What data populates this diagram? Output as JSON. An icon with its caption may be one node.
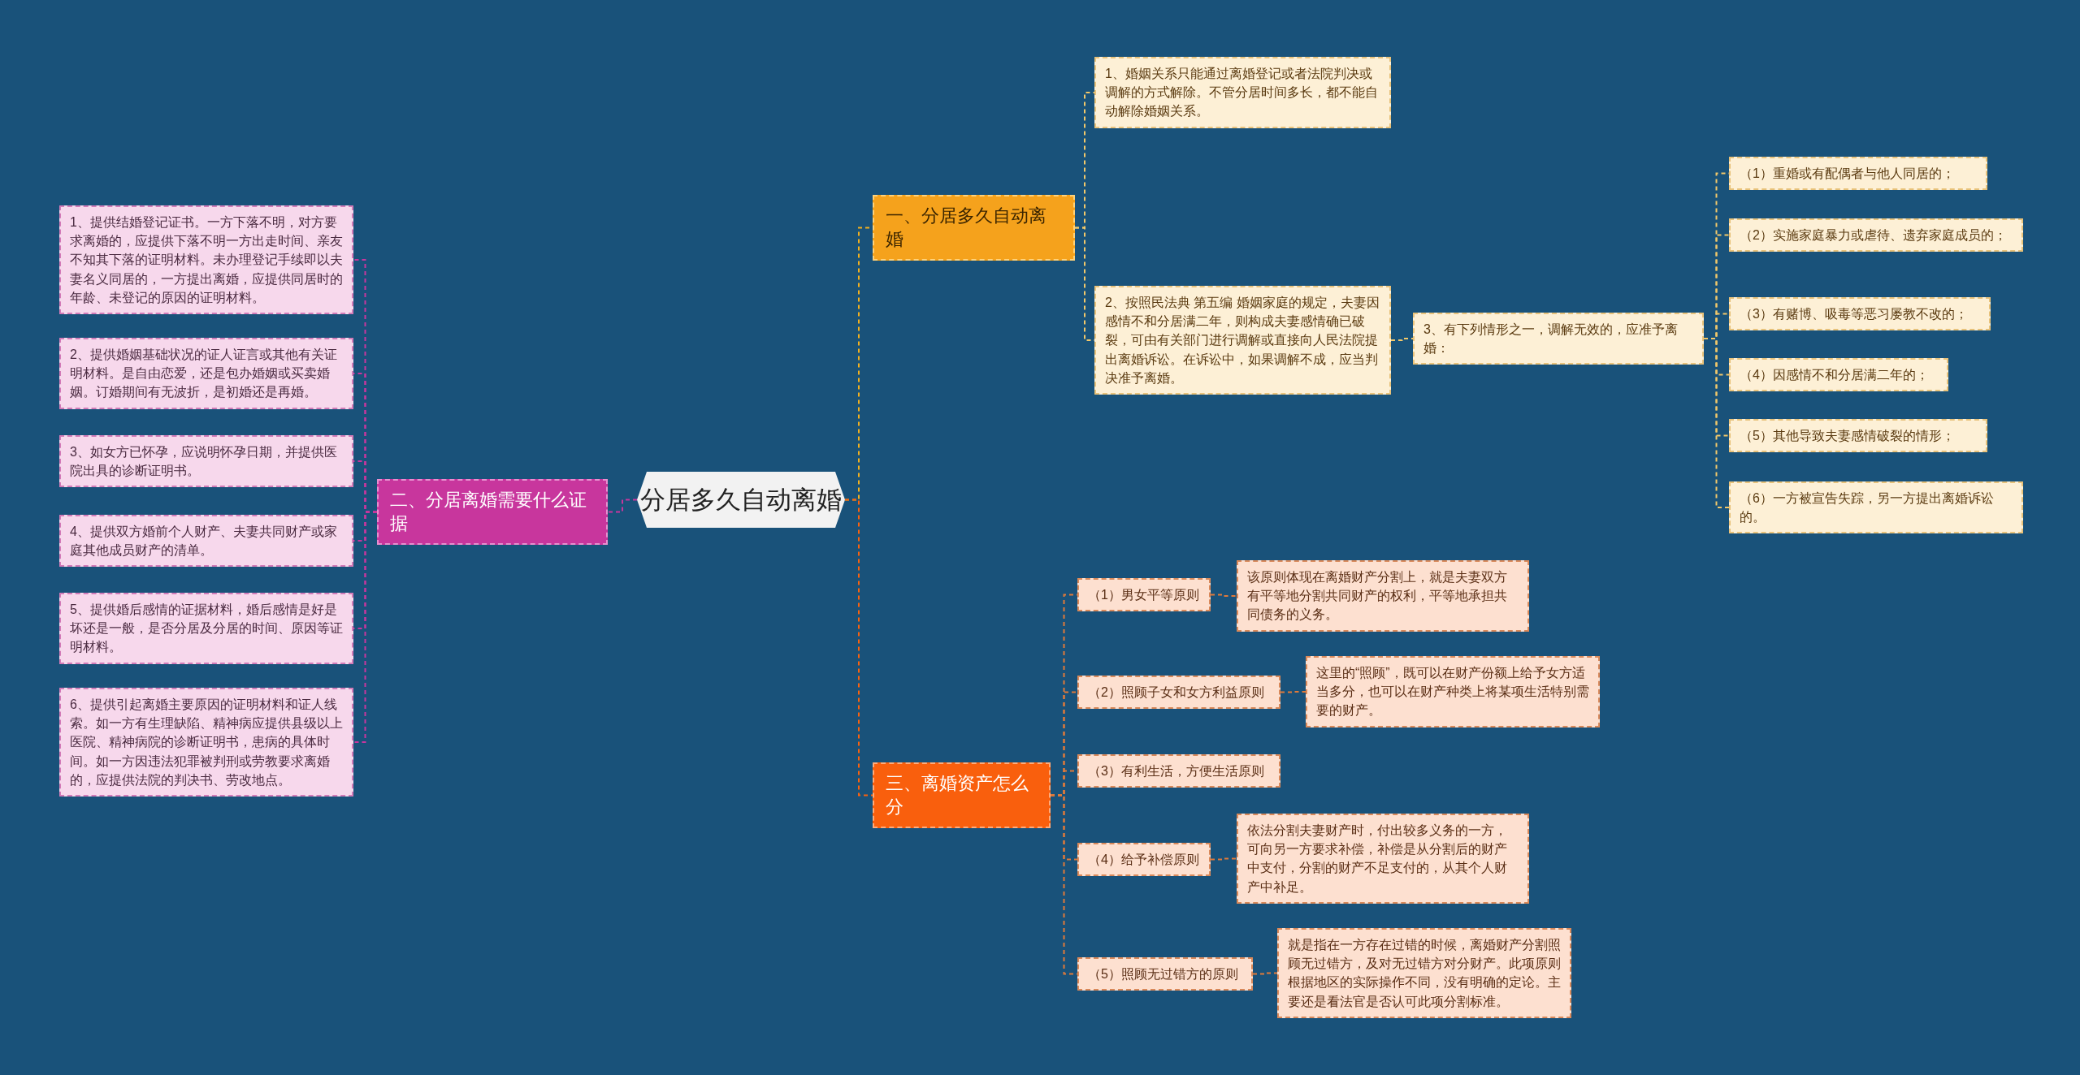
{
  "diagram": {
    "nodes": [
      {
        "text": [
          "分居多久自动离婚"
        ]
      },
      {
        "text": [
          "一、分居多久自动离婚"
        ]
      },
      {
        "text": [
          "1、婚姻关系只能通过离婚登记或者法院判决或调解的方式解除。不管分居时间多长，都不能自动解除婚姻关系。"
        ]
      },
      {
        "text": [
          "2、按照民法典 第五编 婚姻家庭的规定，夫妻因感情不和分居满二年，则构成夫妻感情确已破裂，可由有关部门进行调解或直接向人民法院提出离婚诉讼。在诉讼中，如果调解不成，应当判决准予离婚。"
        ]
      },
      {
        "text": [
          "3、有下列情形之一，调解无效的，应准予离婚："
        ]
      },
      {
        "text": [
          "（1）重婚或有配偶者与他人同居的；"
        ]
      },
      {
        "text": [
          "（2）实施家庭暴力或虐待、遗弃家庭成员的；"
        ]
      },
      {
        "text": [
          "（3）有赌博、吸毒等恶习屡教不改的；"
        ]
      },
      {
        "text": [
          "（4）因感情不和分居满二年的；"
        ]
      },
      {
        "text": [
          "（5）其他导致夫妻感情破裂的情形；"
        ]
      },
      {
        "text": [
          "（6）一方被宣告失踪，另一方提出离婚诉讼的。"
        ]
      },
      {
        "text": [
          "二、分居离婚需要什么证据"
        ]
      },
      {
        "text": [
          "1、提供结婚登记证书。一方下落不明，对方要求离婚的，应提供下落不明一方出走时间、亲友不知其下落的证明材料。未办理登记手续即以夫妻名义同居的，一方提出离婚，应提供同居时的年龄、未登记的原因的证明材料。"
        ]
      },
      {
        "text": [
          "2、提供婚姻基础状况的证人证言或其他有关证明材料。是自由恋爱，还是包办婚姻或买卖婚姻。订婚期间有无波折，是初婚还是再婚。"
        ]
      },
      {
        "text": [
          "3、如女方已怀孕，应说明怀孕日期，并提供医院出具的诊断证明书。"
        ]
      },
      {
        "text": [
          "4、提供双方婚前个人财产、夫妻共同财产或家庭其他成员财产的清单。"
        ]
      },
      {
        "text": [
          "5、提供婚后感情的证据材料，婚后感情是好是坏还是一般，是否分居及分居的时间、原因等证明材料。"
        ]
      },
      {
        "text": [
          "6、提供引起离婚主要原因的证明材料和证人线索。如一方有生理缺陷、精神病应提供县级以上医院、精神病院的诊断证明书，患病的具体时间。如一方因违法犯罪被判刑或劳教要求离婚的，应提供法院的判决书、劳改地点。"
        ]
      },
      {
        "text": [
          "三、离婚资产怎么分"
        ]
      },
      {
        "text": [
          "（1）男女平等原则"
        ]
      },
      {
        "text": [
          "该原则体现在离婚财产分割上，就是夫妻双方有平等地分割共同财产的权利，平等地承担共同债务的义务。"
        ]
      },
      {
        "text": [
          "（2）照顾子女和女方利益原则"
        ]
      },
      {
        "text": [
          "这里的“照顾”，既可以在财产份额上给予女方适当多分，也可以在财产种类上将某项生活特别需要的财产。"
        ]
      },
      {
        "text": [
          "（3）有利生活，方便生活原则"
        ]
      },
      {
        "text": [
          "（4）给予补偿原则"
        ]
      },
      {
        "text": [
          "依法分割夫妻财产时，付出较多义务的一方，可向另一方要求补偿，补偿是从分割后的财产中支付，分割的财产不足支付的，从其个人财产中补足。"
        ]
      },
      {
        "text": [
          "（5）照顾无过错方的原则"
        ]
      },
      {
        "text": [
          "就是指在一方存在过错的时候，离婚财产分割照顾无过错方，及对无过错方对分财产。此项原则根据地区的实际操作不同，没有明确的定论。主要还是看法官是否认可此项分割标准。"
        ]
      }
    ],
    "edges": [
      {
        "from": 0,
        "to": 1,
        "arrow": "none",
        "color": "#f2b01e"
      },
      {
        "from": 1,
        "to": 2,
        "arrow": "none",
        "color": "#f2c86a"
      },
      {
        "from": 1,
        "to": 3,
        "arrow": "none",
        "color": "#f2c86a"
      },
      {
        "from": 3,
        "to": 4,
        "arrow": "none",
        "color": "#f2c86a"
      },
      {
        "from": 4,
        "to": 5,
        "arrow": "none",
        "color": "#f2c86a"
      },
      {
        "from": 4,
        "to": 6,
        "arrow": "none",
        "color": "#f2c86a"
      },
      {
        "from": 4,
        "to": 7,
        "arrow": "none",
        "color": "#f2c86a"
      },
      {
        "from": 4,
        "to": 8,
        "arrow": "none",
        "color": "#f2c86a"
      },
      {
        "from": 4,
        "to": 9,
        "arrow": "none",
        "color": "#f2c86a"
      },
      {
        "from": 4,
        "to": 10,
        "arrow": "none",
        "color": "#f2c86a"
      },
      {
        "from": 0,
        "to": 11,
        "arrow": "none",
        "color": "#c8369d"
      },
      {
        "from": 11,
        "to": 12,
        "arrow": "none",
        "color": "#c8369d"
      },
      {
        "from": 11,
        "to": 13,
        "arrow": "none",
        "color": "#c8369d"
      },
      {
        "from": 11,
        "to": 14,
        "arrow": "none",
        "color": "#c8369d"
      },
      {
        "from": 11,
        "to": 15,
        "arrow": "none",
        "color": "#c8369d"
      },
      {
        "from": 11,
        "to": 16,
        "arrow": "none",
        "color": "#c8369d"
      },
      {
        "from": 11,
        "to": 17,
        "arrow": "none",
        "color": "#c8369d"
      },
      {
        "from": 0,
        "to": 18,
        "arrow": "none",
        "color": "#f9620e"
      },
      {
        "from": 18,
        "to": 19,
        "arrow": "none",
        "color": "#e07a3a"
      },
      {
        "from": 18,
        "to": 21,
        "arrow": "none",
        "color": "#e07a3a"
      },
      {
        "from": 18,
        "to": 23,
        "arrow": "none",
        "color": "#e07a3a"
      },
      {
        "from": 18,
        "to": 24,
        "arrow": "none",
        "color": "#e07a3a"
      },
      {
        "from": 18,
        "to": 26,
        "arrow": "none",
        "color": "#e07a3a"
      },
      {
        "from": 19,
        "to": 20,
        "arrow": "none",
        "color": "#e07a3a"
      },
      {
        "from": 21,
        "to": 22,
        "arrow": "none",
        "color": "#e07a3a"
      },
      {
        "from": 24,
        "to": 25,
        "arrow": "none",
        "color": "#e07a3a"
      },
      {
        "from": 26,
        "to": 27,
        "arrow": "none",
        "color": "#e07a3a"
      }
    ]
  }
}
